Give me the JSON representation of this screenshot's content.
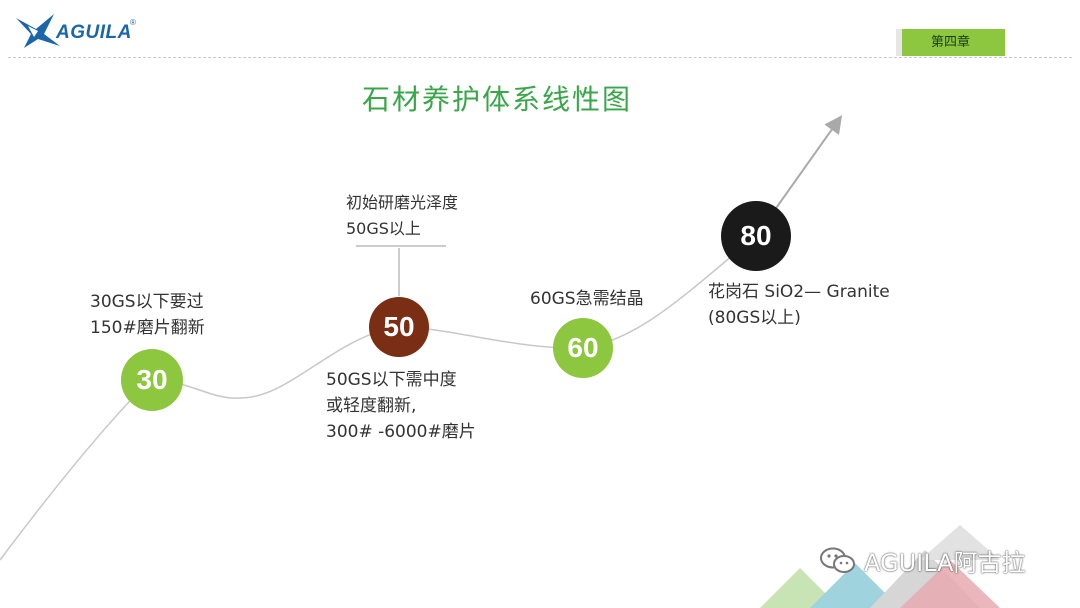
{
  "header": {
    "logo_text": "AGUILA",
    "logo_mark": "®",
    "chapter_tab": "第四章"
  },
  "title": "石材养护体系线性图",
  "nodes": [
    {
      "value": "30",
      "color": "#8dc63f"
    },
    {
      "value": "50",
      "color": "#7a2e14"
    },
    {
      "value": "60",
      "color": "#8dc63f"
    },
    {
      "value": "80",
      "color": "#1a1a1a"
    }
  ],
  "labels": {
    "n30": [
      "30GS以下要过",
      "150#磨片翻新"
    ],
    "n50_top": [
      "初始研磨光泽度",
      "50GS以上"
    ],
    "n50_bottom": [
      "50GS以下需中度",
      "或轻度翻新,",
      "300# -6000#磨片"
    ],
    "n60": [
      "60GS急需结晶"
    ],
    "n80": [
      "花岗石 SiO2— Granite",
      "(80GS以上)"
    ]
  },
  "colors": {
    "accent_green": "#8dc63f",
    "title_green": "#3aa64a",
    "highlight_red": "#e52420",
    "logo_blue": "#1a66a8"
  },
  "watermark": {
    "icon": "wechat-icon",
    "text": "AGUILA阿古拉"
  }
}
